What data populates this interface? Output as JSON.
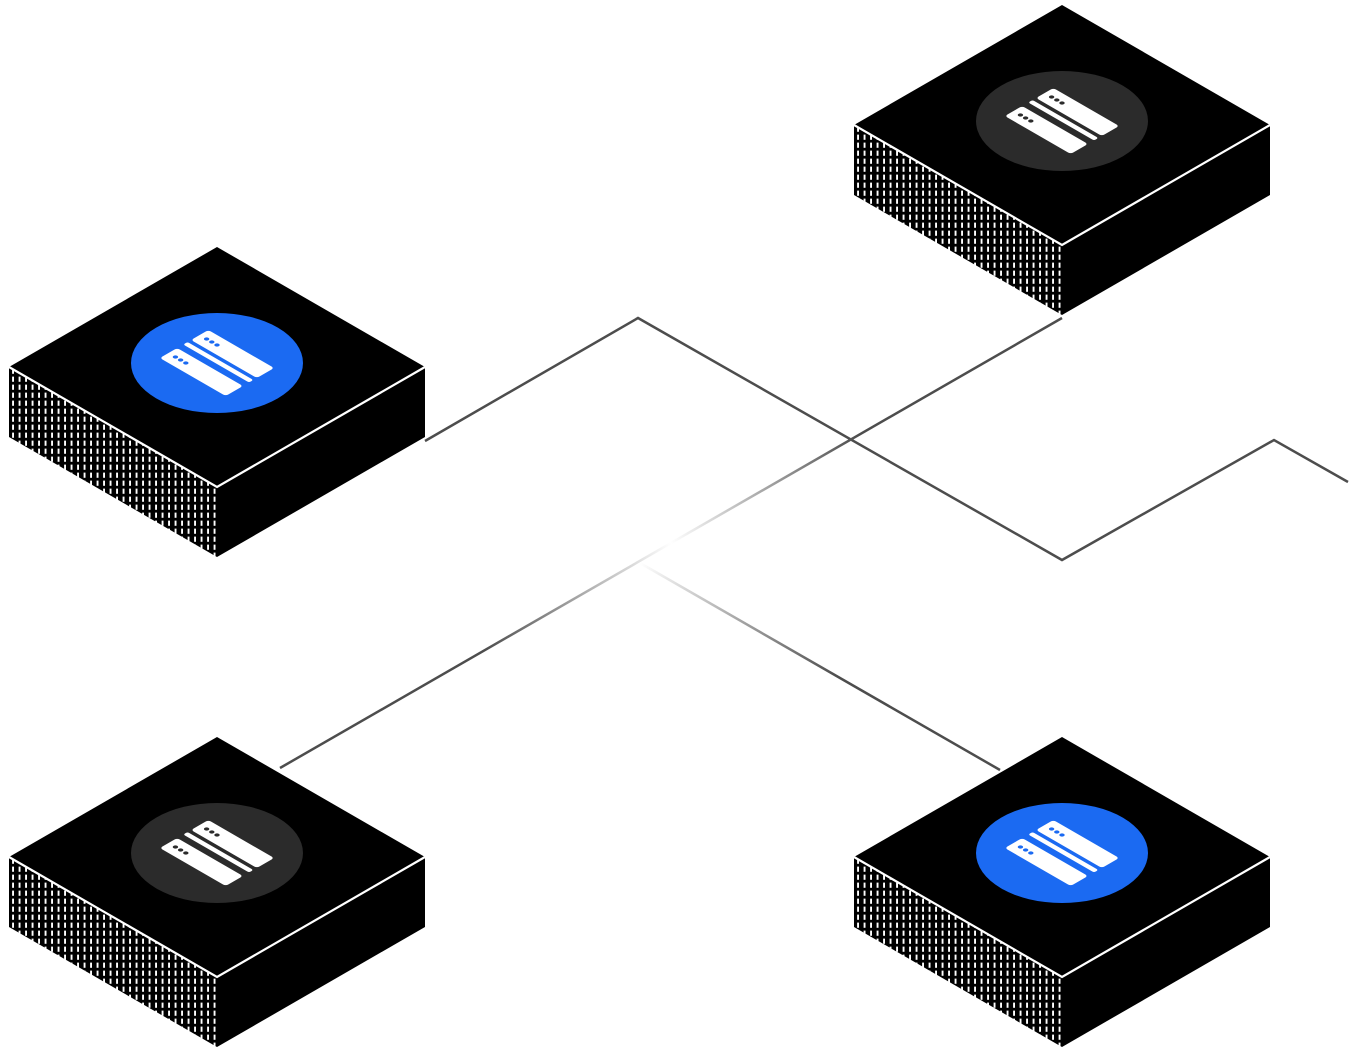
{
  "colors": {
    "background": "#ffffff",
    "block_fill": "#000000",
    "block_edge": "#ffffff",
    "active_badge": "#1b6af2",
    "inactive_badge": "#2b2b2b",
    "link_line": "#4d4d4d",
    "link_fade": "#ffffff",
    "server_icon": "#ffffff"
  },
  "nodes": [
    {
      "id": "top-left",
      "status": "active",
      "icon": "server-rack-icon"
    },
    {
      "id": "top-right",
      "status": "inactive",
      "icon": "server-rack-icon"
    },
    {
      "id": "bottom-left",
      "status": "inactive",
      "icon": "server-rack-icon"
    },
    {
      "id": "bottom-right",
      "status": "active",
      "icon": "server-rack-icon"
    }
  ],
  "links": [
    {
      "from": "top-left",
      "to": "off-canvas-right"
    },
    {
      "from": "top-right",
      "to": "bottom-left"
    },
    {
      "from": "crossing",
      "to": "bottom-right"
    }
  ]
}
